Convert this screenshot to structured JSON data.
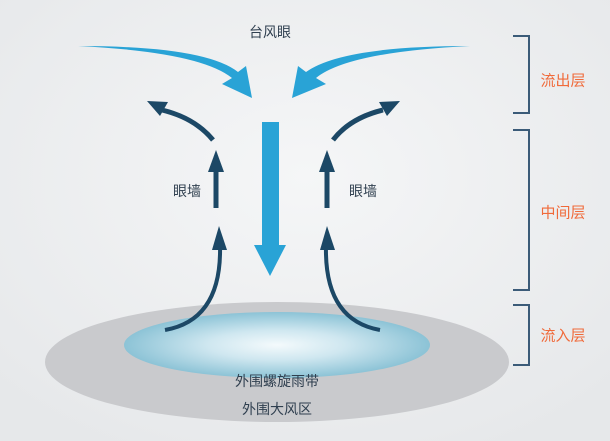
{
  "title": "台风眼",
  "eyewall_left": "眼墙",
  "eyewall_right": "眼墙",
  "rainband": "外围螺旋雨带",
  "windzone": "外围大风区",
  "layers": [
    "流出层",
    "中间层",
    "流入层"
  ],
  "colors": {
    "light_arrow": "#29a3d6",
    "dark_arrow": "#1c4866",
    "layer_label": "#f06a3a",
    "bracket": "#3b5b78",
    "outer_ellipse": "#c9cacd",
    "inner_ellipse": "#8cc3d6"
  }
}
